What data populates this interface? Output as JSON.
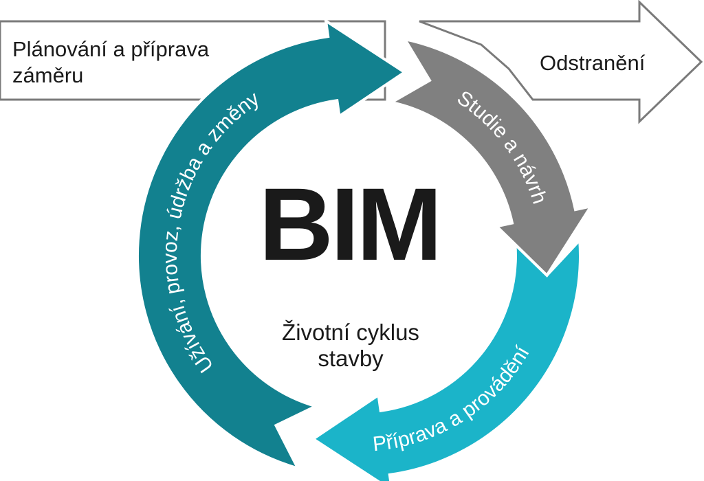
{
  "diagram": {
    "center_title": "BIM",
    "center_subtitle_line1": "Životní cyklus",
    "center_subtitle_line2": "stavby",
    "start_arrow": {
      "line1": "Plánování a příprava",
      "line2": "záměru"
    },
    "end_arrow": {
      "label": "Odstranění"
    },
    "cycle": [
      {
        "label": "Studie a návrh",
        "color": "#808080"
      },
      {
        "label": "Příprava a provádění",
        "color": "#1bb4c9"
      },
      {
        "label": "Užívání, provoz, údržba a změny",
        "color": "#12818f"
      }
    ],
    "outline_color": "#7a7a7a"
  }
}
